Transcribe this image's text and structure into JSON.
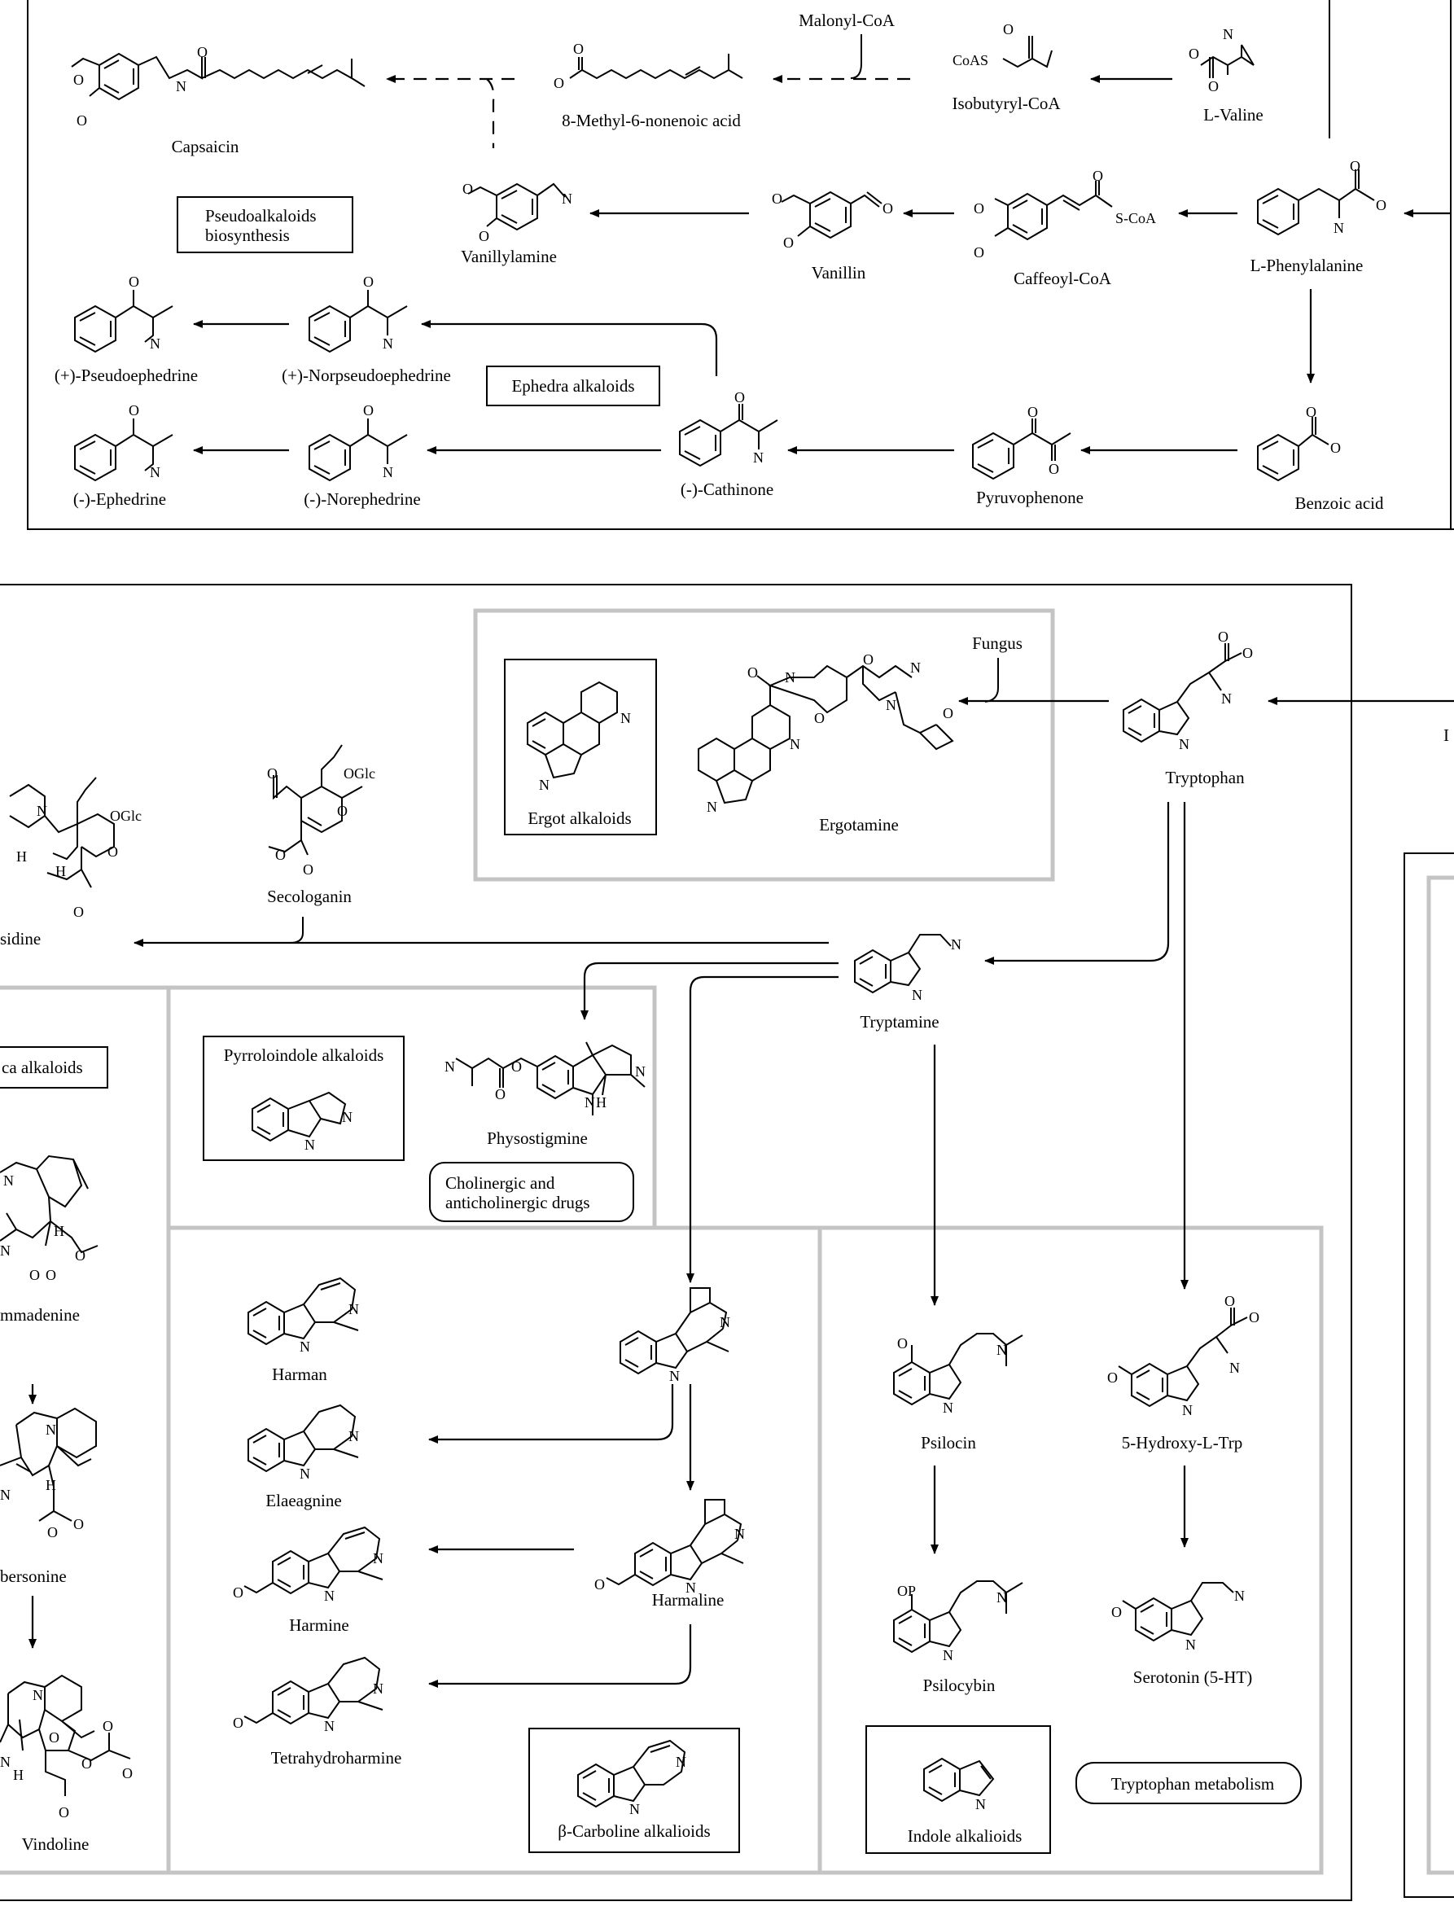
{
  "compounds": {
    "malonyl_coa": "Malonyl-CoA",
    "isobutyryl_coa": "Isobutyryl-CoA",
    "l_valine": "L-Valine",
    "capsaicin": "Capsaicin",
    "methyl_nonenoic_acid": "8-Methyl-6-nonenoic acid",
    "vanillylamine": "Vanillylamine",
    "vanillin": "Vanillin",
    "caffeoyl_coa": "Caffeoyl-CoA",
    "l_phenylalanine": "L-Phenylalanine",
    "pseudoephedrine": "(+)-Pseudoephedrine",
    "norpseudoephedrine": "(+)-Norpseudoephedrine",
    "ephedrine": "(-)-Ephedrine",
    "norephedrine": "(-)-Norephedrine",
    "cathinone": "(-)-Cathinone",
    "pyruvophenone": "Pyruvophenone",
    "benzoic_acid": "Benzoic acid",
    "fungus": "Fungus",
    "ergotamine": "Ergotamine",
    "tryptophan": "Tryptophan",
    "secologanin": "Secologanin",
    "strictosidine_partial": "sidine",
    "tryptamine": "Tryptamine",
    "physostigmine": "Physostigmine",
    "stemmadenine_partial": "mmadenine",
    "tabersonine_partial": "bersonine",
    "vindoline": "Vindoline",
    "harman": "Harman",
    "elaeagnine": "Elaeagnine",
    "harmine": "Harmine",
    "tetrahydroharmine": "Tetrahydroharmine",
    "harmaline": "Harmaline",
    "psilocin": "Psilocin",
    "psilocybin": "Psilocybin",
    "hydroxy_trp": "5-Hydroxy-L-Trp",
    "serotonin": "Serotonin (5-HT)",
    "edge_fragment": "I"
  },
  "groups": {
    "pseudoalkaloids_line1": "Pseudoalkaloids",
    "pseudoalkaloids_line2": "biosynthesis",
    "ephedra": "Ephedra alkaloids",
    "ergot": "Ergot alkaloids",
    "vinca_partial": "ca alkaloids",
    "pyrroloindole": "Pyrroloindole alkaloids",
    "cholinergic_line1": "Cholinergic and",
    "cholinergic_line2": "anticholinergic drugs",
    "beta_carboline": "β-Carboline alkalioids",
    "indole": "Indole alkalioids",
    "tryptophan_metabolism": "Tryptophan metabolism"
  },
  "atoms": {
    "N": "N",
    "O": "O",
    "H": "H",
    "OGlc": "OGlc",
    "CoAS": "CoAS",
    "S_CoA": "S-CoA",
    "OP": "OP"
  }
}
